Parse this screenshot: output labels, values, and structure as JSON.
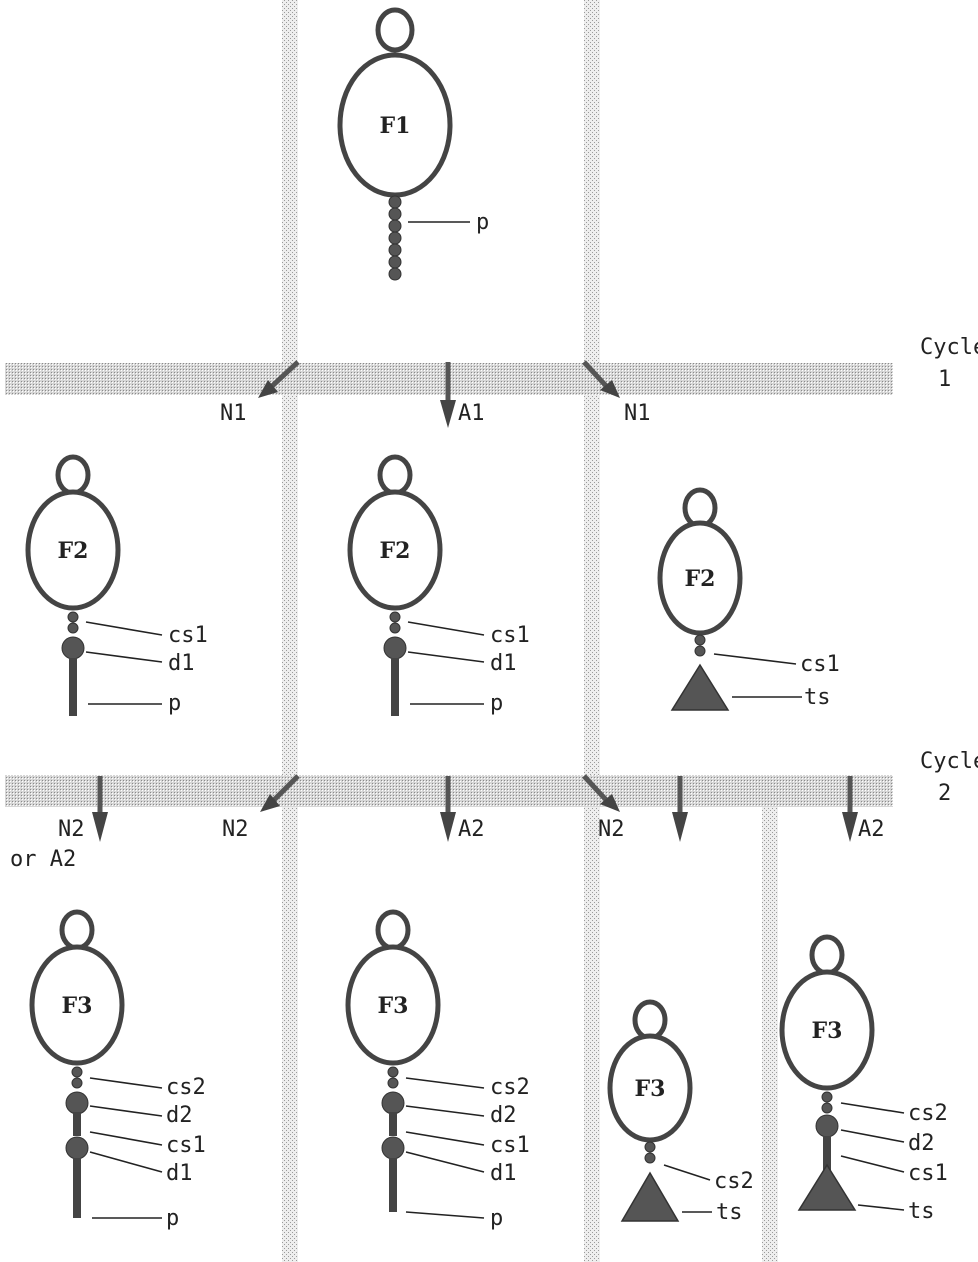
{
  "cycles": [
    {
      "line1": "Cycle",
      "line2": "1"
    },
    {
      "line1": "Cycle",
      "line2": "2"
    }
  ],
  "row1": {
    "figure": {
      "name": "F1",
      "p_label": "p"
    }
  },
  "arrows1": [
    {
      "label": "N1"
    },
    {
      "label": "A1"
    },
    {
      "label": "N1"
    }
  ],
  "row2": [
    {
      "name": "F2",
      "labels": [
        "cs1",
        "d1",
        "p"
      ]
    },
    {
      "name": "F2",
      "labels": [
        "cs1",
        "d1",
        "p"
      ]
    },
    {
      "name": "F2",
      "labels": [
        "cs1",
        "ts"
      ]
    }
  ],
  "arrows2": [
    {
      "label": "N2",
      "label2": "or A2"
    },
    {
      "label": "N2"
    },
    {
      "label": "A2"
    },
    {
      "label": "N2"
    },
    {
      "label": "A2"
    }
  ],
  "row3": [
    {
      "name": "F3",
      "labels": [
        "cs2",
        "d2",
        "cs1",
        "d1",
        "p"
      ]
    },
    {
      "name": "F3",
      "labels": [
        "cs2",
        "d2",
        "cs1",
        "d1",
        "p"
      ]
    },
    {
      "name": "F3",
      "labels": [
        "cs2",
        "ts"
      ]
    },
    {
      "name": "F3",
      "labels": [
        "cs2",
        "d2",
        "cs1",
        "ts"
      ]
    }
  ]
}
